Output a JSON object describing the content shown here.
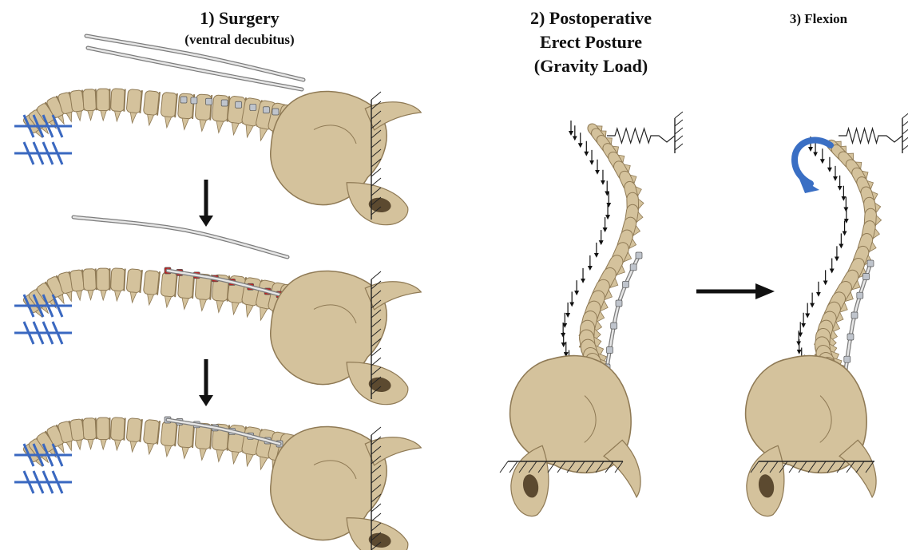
{
  "panels": {
    "surgery": {
      "title": "1) Surgery",
      "subtitle": "(ventral decubitus)"
    },
    "postoperative": {
      "line1": "2) Postoperative",
      "line2": "Erect Posture",
      "line3": "(Gravity Load)"
    },
    "flexion": {
      "title": "3) Flexion"
    }
  },
  "colors": {
    "bone": "#d4c29c",
    "bone_shadow": "#8f7a55",
    "clamp": "#3a68c0",
    "rod": "#b9b9b9",
    "implant_red": "#c02020",
    "arrow": "#111111",
    "flexion_arrow": "#3a6fc4"
  }
}
